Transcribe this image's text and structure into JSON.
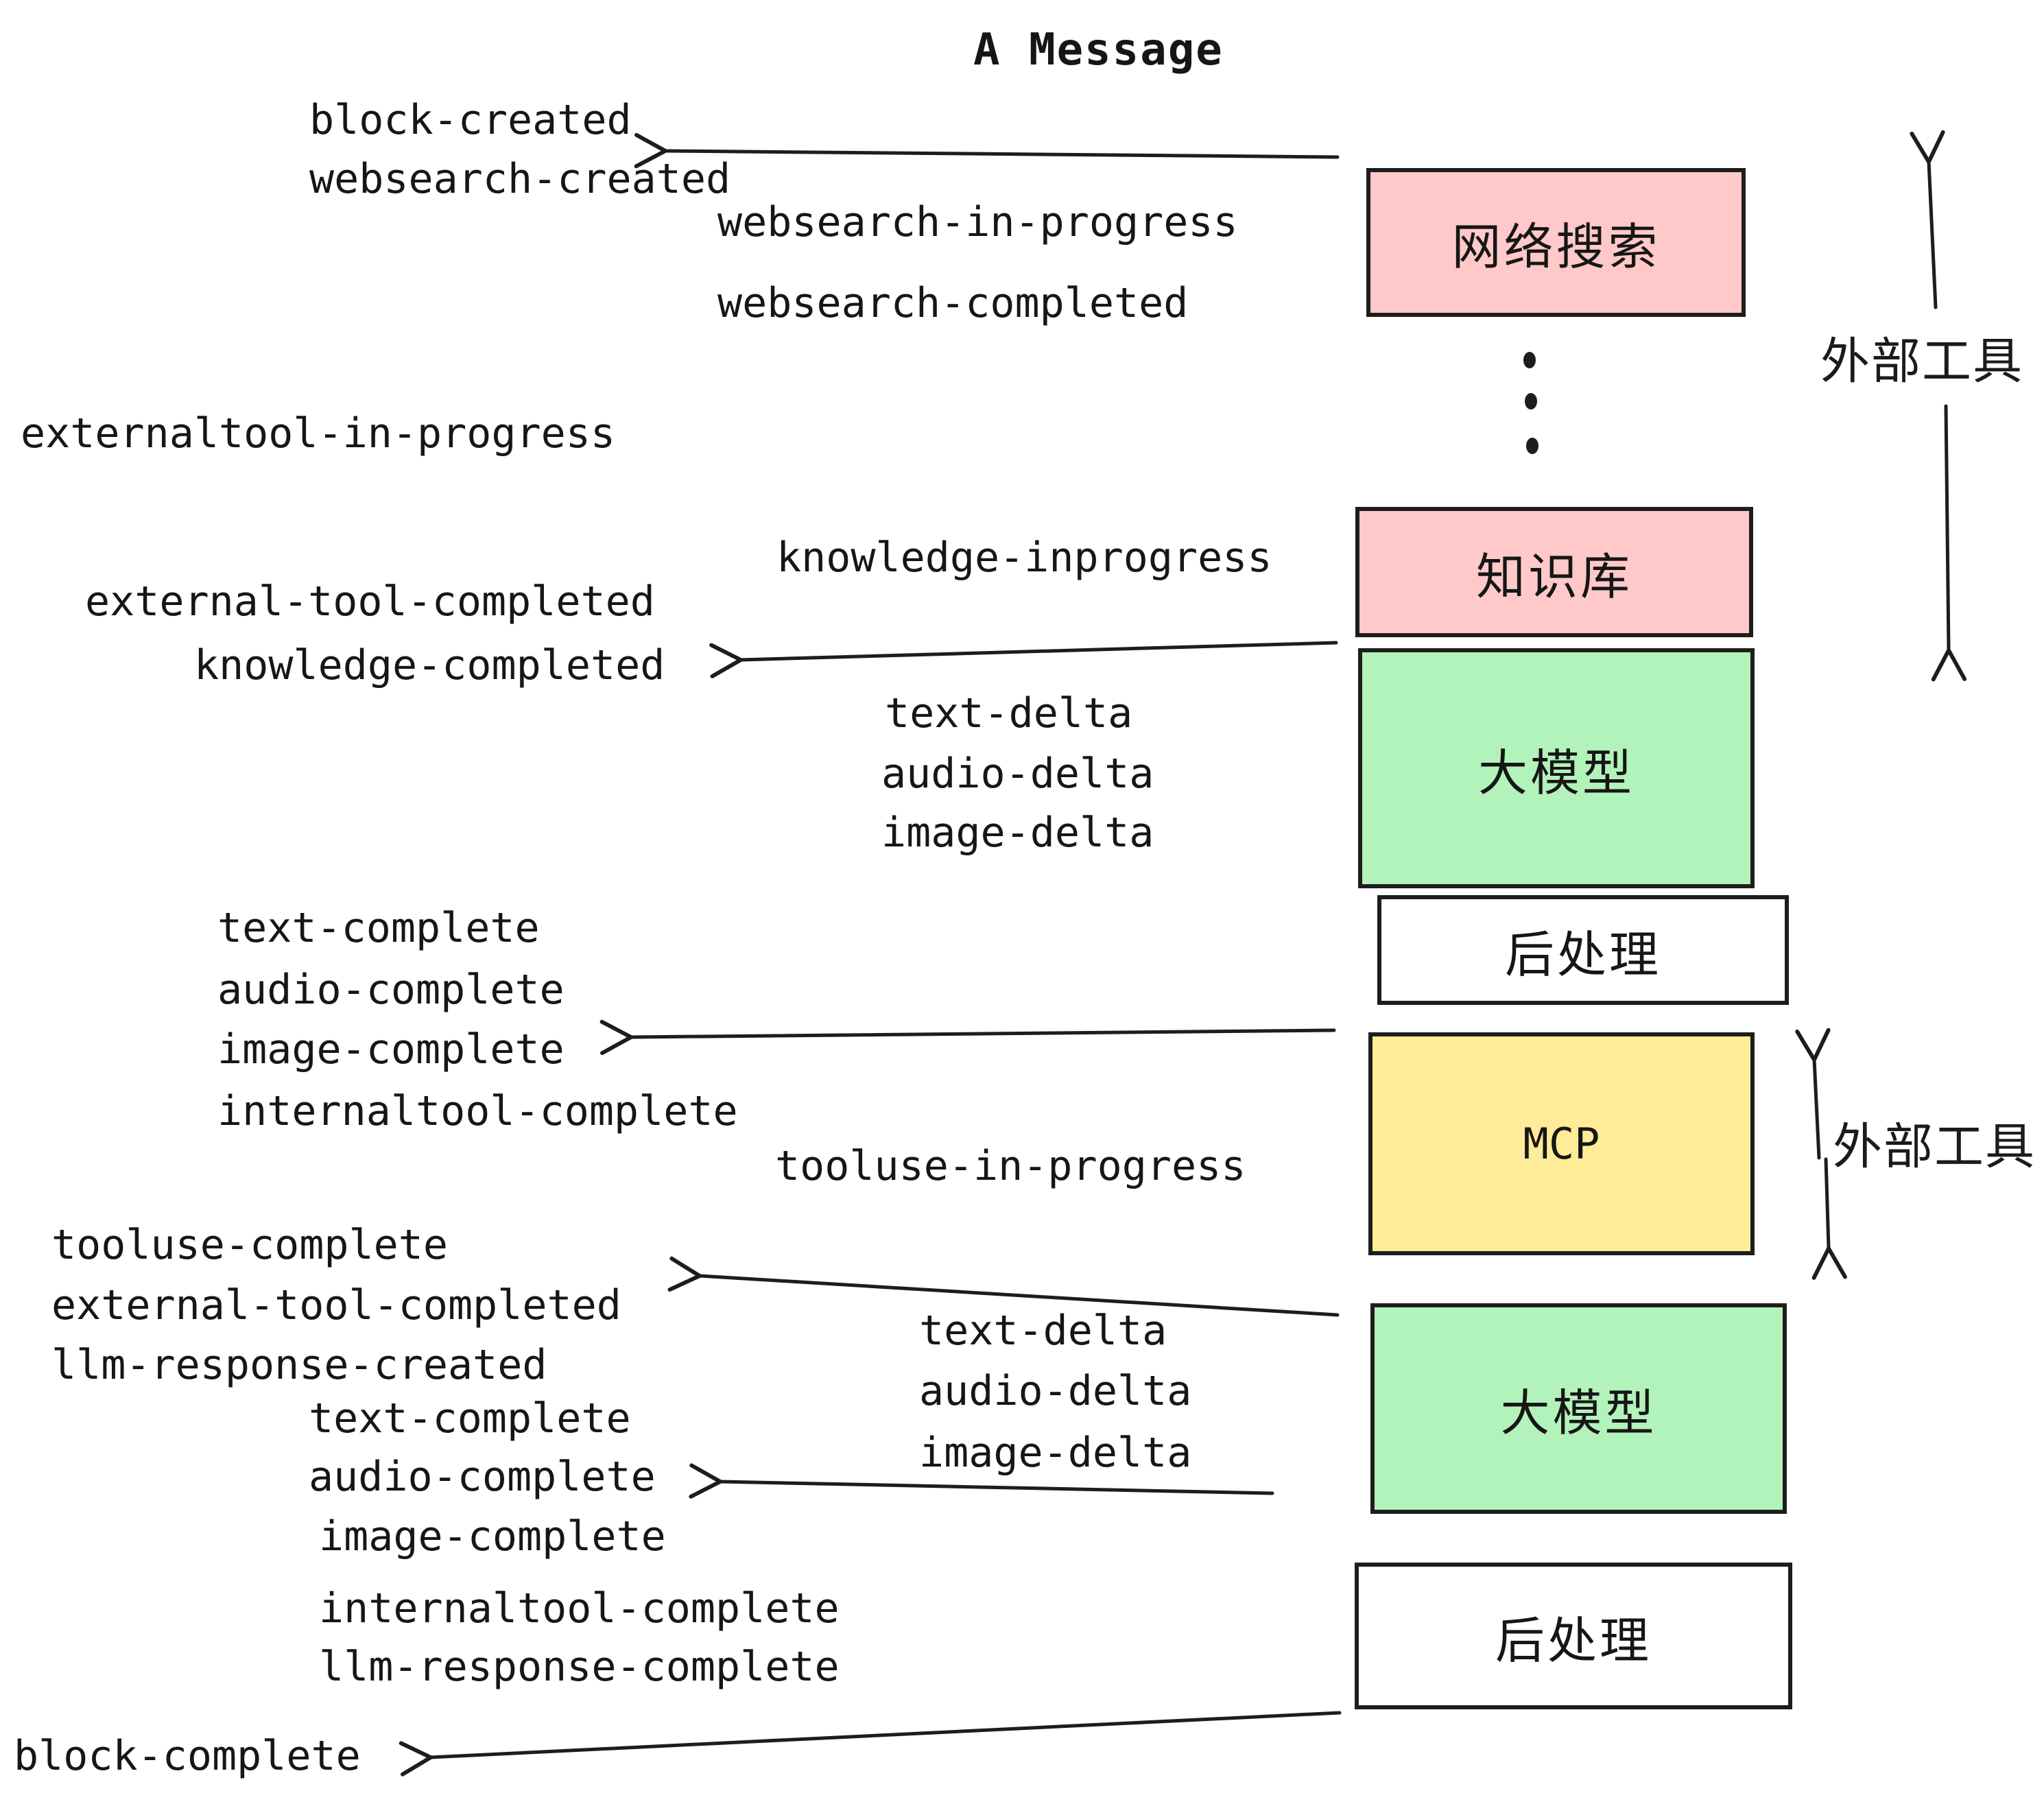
{
  "title": "A Message",
  "colors": {
    "pink": "#ffc9c9",
    "green": "#b2f2bb",
    "yellow": "#ffec99",
    "white": "#ffffff",
    "ink": "#1d1d1d"
  },
  "boxes": {
    "websearch": {
      "label": "网络搜索",
      "color": "#ffc9c9"
    },
    "knowledge": {
      "label": "知识库",
      "color": "#ffc9c9"
    },
    "llm_top": {
      "label": "大模型",
      "color": "#b2f2bb"
    },
    "post_top": {
      "label": "后处理",
      "color": "#ffffff"
    },
    "mcp": {
      "label": "MCP",
      "color": "#ffec99"
    },
    "llm_bottom": {
      "label": "大模型",
      "color": "#b2f2bb"
    },
    "post_bottom": {
      "label": "后处理",
      "color": "#ffffff"
    }
  },
  "side_labels": {
    "top": "外部工具",
    "bottom": "外部工具"
  },
  "events": {
    "block_created": "block-created",
    "websearch_created": "websearch-created",
    "websearch_in_progress": "websearch-in-progress",
    "websearch_completed": "websearch-completed",
    "externaltool_in_progress": "externaltool-in-progress",
    "knowledge_inprogress": "knowledge-inprogress",
    "external_tool_completed_1": "external-tool-completed",
    "knowledge_completed": "knowledge-completed",
    "text_delta_1": "text-delta",
    "audio_delta_1": "audio-delta",
    "image_delta_1": "image-delta",
    "text_complete_1": "text-complete",
    "audio_complete_1": "audio-complete",
    "image_complete_1": "image-complete",
    "internaltool_complete_1": "internaltool-complete",
    "tooluse_in_progress": "tooluse-in-progress",
    "tooluse_complete": "tooluse-complete",
    "external_tool_completed_2": "external-tool-completed",
    "llm_response_created": "llm-response-created",
    "text_complete_2": "text-complete",
    "text_delta_2": "text-delta",
    "audio_delta_2": "audio-delta",
    "image_delta_2": "image-delta",
    "audio_complete_2": "audio-complete",
    "image_complete_2": "image-complete",
    "internaltool_complete_2": "internaltool-complete",
    "llm_response_complete": "llm-response-complete",
    "block_complete": "block-complete"
  }
}
